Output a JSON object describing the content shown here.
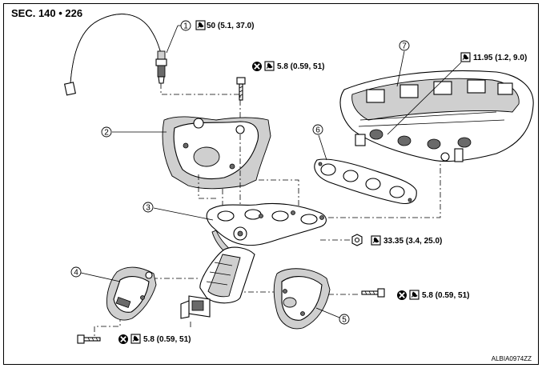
{
  "section_label": "SEC. 140 • 226",
  "reference_code": "ALBIA0974ZZ",
  "callouts": [
    {
      "number": "1"
    },
    {
      "number": "2"
    },
    {
      "number": "3"
    },
    {
      "number": "4"
    },
    {
      "number": "5"
    },
    {
      "number": "6"
    },
    {
      "number": "7"
    }
  ],
  "torque_specs": [
    {
      "text": "50 (5.1, 37.0)",
      "replace_symbol": false
    },
    {
      "text": "5.8 (0.59, 51)",
      "replace_symbol": true
    },
    {
      "text": "11.95 (1.2, 9.0)",
      "replace_symbol": false
    },
    {
      "text": "33.35 (3.4, 25.0)",
      "replace_symbol": false
    },
    {
      "text": "5.8 (0.59, 51)",
      "replace_symbol": true
    },
    {
      "text": "5.8 (0.59, 51)",
      "replace_symbol": true
    }
  ],
  "icons": {
    "torque": "torque-wrench-icon",
    "replace": "do-not-reuse-icon"
  }
}
